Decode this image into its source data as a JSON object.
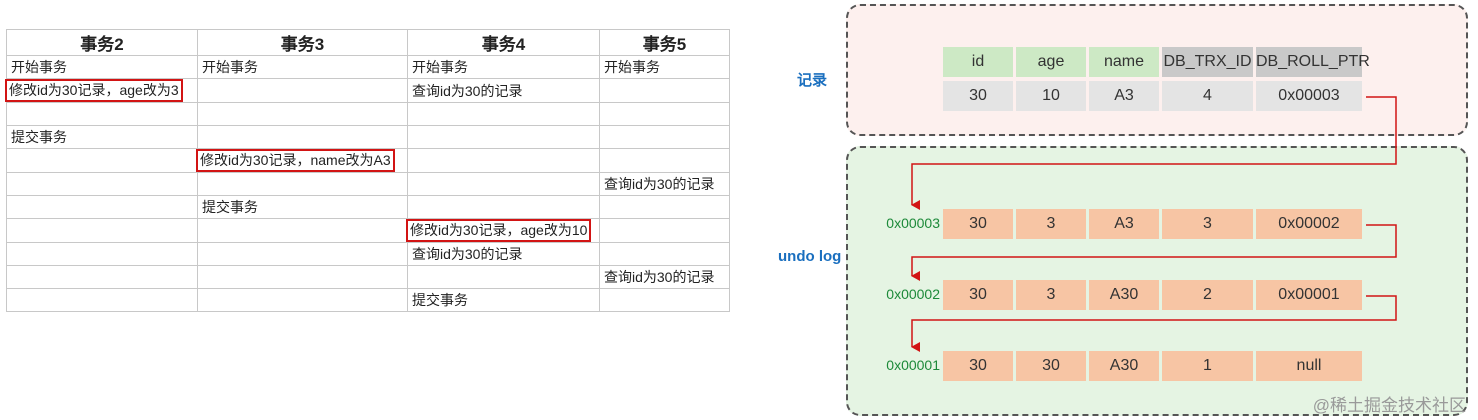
{
  "table": {
    "headers": [
      "事务2",
      "事务3",
      "事务4",
      "事务5"
    ],
    "rows": [
      [
        "开始事务",
        "开始事务",
        "开始事务",
        "开始事务"
      ],
      [
        "修改id为30记录，age改为3",
        "",
        "查询id为30的记录",
        ""
      ],
      [
        "",
        "",
        "",
        ""
      ],
      [
        "提交事务",
        "",
        "",
        ""
      ],
      [
        "",
        "修改id为30记录，name改为A3",
        "",
        ""
      ],
      [
        "",
        "",
        "",
        "查询id为30的记录"
      ],
      [
        "",
        "提交事务",
        "",
        ""
      ],
      [
        "",
        "",
        "修改id为30记录，age改为10",
        ""
      ],
      [
        "",
        "",
        "查询id为30的记录",
        ""
      ],
      [
        "",
        "",
        "",
        "查询id为30的记录"
      ],
      [
        "",
        "",
        "提交事务",
        ""
      ]
    ],
    "highlighted": [
      "1-0",
      "4-1",
      "7-2"
    ]
  },
  "record": {
    "label": "记录",
    "columns": [
      "id",
      "age",
      "name",
      "DB_TRX_ID",
      "DB_ROLL_PTR"
    ],
    "values": [
      "30",
      "10",
      "A3",
      "4",
      "0x00003"
    ]
  },
  "undo_log": {
    "label": "undo log",
    "entries": [
      {
        "address": "0x00003",
        "values": [
          "30",
          "3",
          "A3",
          "3",
          "0x00002"
        ]
      },
      {
        "address": "0x00002",
        "values": [
          "30",
          "3",
          "A30",
          "2",
          "0x00001"
        ]
      },
      {
        "address": "0x00001",
        "values": [
          "30",
          "30",
          "A30",
          "1",
          "null"
        ]
      }
    ]
  },
  "watermark": "@稀土掘金技术社区",
  "colors": {
    "highlight_border": "#d21414",
    "record_bg": "#fdf0ee",
    "undo_bg": "#e5f4e3",
    "undo_cell": "#f7c5a4",
    "header_green": "#cde9c5",
    "header_gray": "#c9c9c9",
    "label_blue": "#1a6fbf",
    "address_green": "#1d8a3a",
    "arrow_red": "#d21414"
  }
}
